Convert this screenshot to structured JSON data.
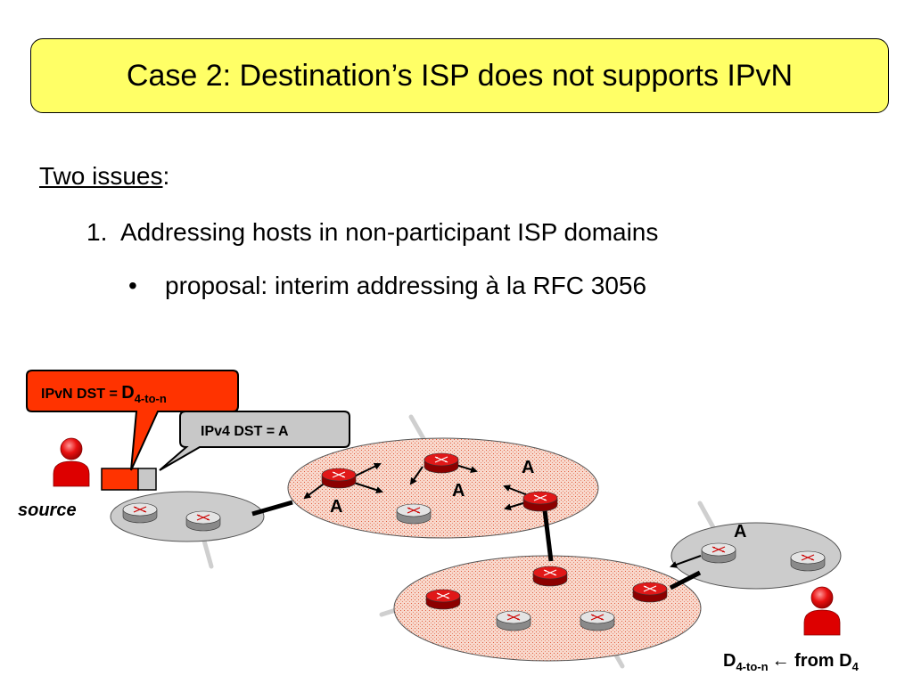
{
  "slide": {
    "title": "Case 2: Destination’s ISP does not supports IPvN",
    "heading_underlined": "Two issues",
    "heading_suffix": ":",
    "item1_number": "1.",
    "item1_text": "Addressing hosts in non-participant ISP domains",
    "bullet_symbol": "•",
    "item2_text": "proposal: interim addressing à la RFC 3056"
  },
  "diagram": {
    "callout_ipvn_prefix": "IPvN DST = ",
    "callout_ipvn_main": "D",
    "callout_ipvn_sub": "4-to-n",
    "callout_ipv4": "IPv4 DST = A",
    "label_source": "source",
    "anycast_label": "A",
    "bottom_D": "D",
    "bottom_sub": "4-to-n",
    "bottom_arrow": "←",
    "bottom_from": " from D",
    "bottom_from_sub": "4",
    "colors": {
      "title_bg": "#ffff66",
      "ipvn_callout": "#ff3300",
      "ipv4_callout": "#c8c8c8",
      "participant_domain": "#f6d0c4",
      "nonparticipant_domain": "#cccccc",
      "ipvn_router": "#cc0000",
      "legacy_router": "#d0d0d0"
    }
  }
}
